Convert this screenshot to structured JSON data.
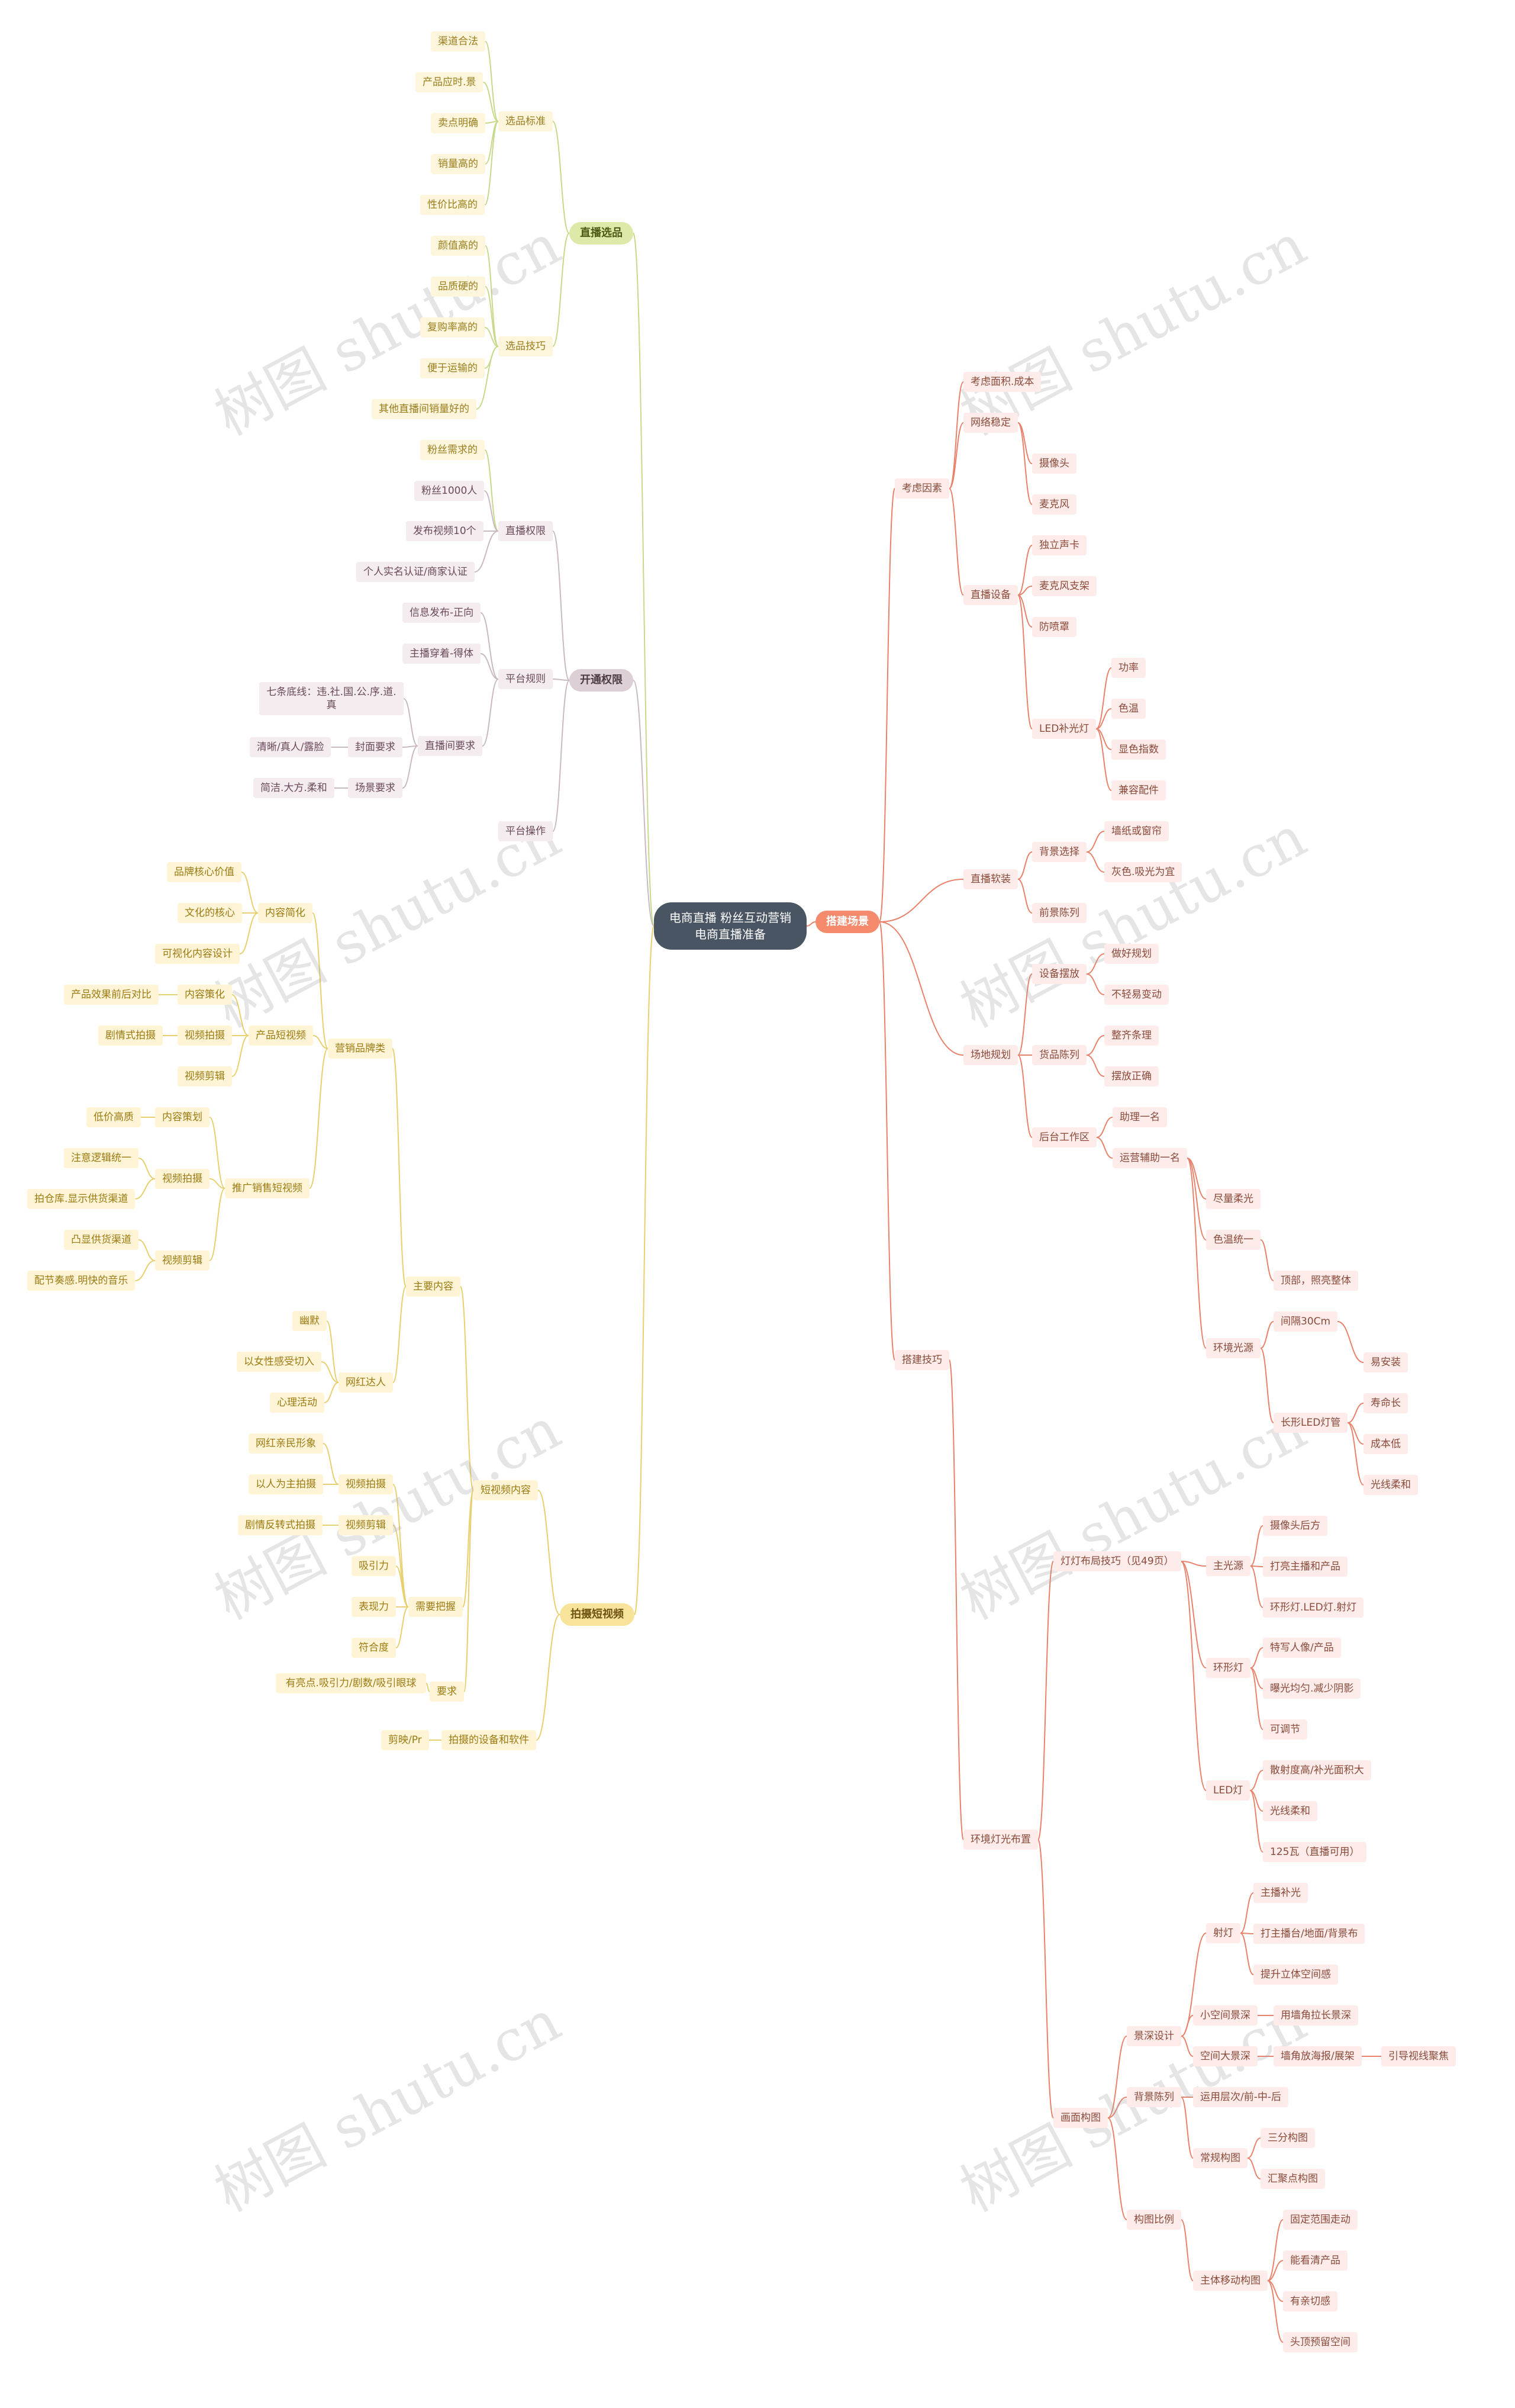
{
  "root": "电商直播 粉丝互动营销 电商直播准备",
  "watermark": "树图 shutu.cn",
  "colors": {
    "green": "#c7d98a",
    "grey": "#c9b9c0",
    "yellow": "#e8cf6f",
    "salmon": "#e8826b"
  },
  "branches": {
    "zhibo_xuanpin": "直播选品",
    "xuanpin_biaozhun": "选品标准",
    "xb_items": [
      "渠道合法",
      "产品应时.景",
      "卖点明确",
      "销量高的",
      "性价比高的"
    ],
    "xuanpin_jiqiao": "选品技巧",
    "xj_items": [
      "颜值高的",
      "品质硬的",
      "复购率高的",
      "便于运输的",
      "其他直播间销量好的",
      "粉丝需求的"
    ],
    "kaitong_quanxian": "开通权限",
    "zhibo_quanxian": "直播权限",
    "zq_items": [
      "粉丝1000人",
      "发布视频10个",
      "个人实名认证/商家认证"
    ],
    "pingtai_guize": "平台规则",
    "pg_items": [
      "信息发布-正向",
      "主播穿着-得体"
    ],
    "zhibojian_yaoqiu": "直播间要求",
    "qitiao": "七条底线：违.社.国.公.序.道.真",
    "fengmian_yaoqiu": "封面要求",
    "fengmian_val": "清晰/真人/露脸",
    "changjing_yaoqiu": "场景要求",
    "changjing_val": "简洁.大方.柔和",
    "pingtai_caozuo": "平台操作",
    "paishe": "拍摄短视频",
    "yingxiao": "营销品牌类",
    "pinpai_hexin": "品牌核心价值",
    "wenhua_hexin": "文化的核心",
    "neirong_jiangyan": "内容简化",
    "kejian_hua": "可视化内容设计",
    "chanpin_xiaoguo": "产品效果前后对比",
    "neirong_cehua": "内容策化",
    "juqing_paishe": "剧情式拍摄",
    "shipin_paishe": "视频拍摄",
    "chanpin_duanshipin": "产品短视频",
    "shipin_jianji": "视频剪辑",
    "dijia_gaozhi": "低价高质",
    "neirong_cehua2": "内容策划",
    "zhuyi_luoji": "注意逻辑统一",
    "shipin_paishe2": "视频拍摄",
    "cangku": "拍仓库.显示供货渠道",
    "tuiguang": "推广销售短视频",
    "tuxian": "凸显供货渠道",
    "shipin_jianji2": "视频剪辑",
    "peijie": "配节奏感.明快的音乐",
    "zhuyao_neirong": "主要内容",
    "youmo": "幽默",
    "nvxing": "以女性感受切入",
    "xinli": "心理活动",
    "wanghong_daren": "网红达人",
    "wanghong_qinmin": "网红亲民形象",
    "yiren": "以人为主拍摄",
    "shipin_paishe3": "视频拍摄",
    "juqing_dibai": "剧情反转式拍摄",
    "shipin_jianji3": "视频剪辑",
    "duanshipin_neirong": "短视频内容",
    "xiyinli": "吸引力",
    "biaoxianli": "表现力",
    "xuyao_bawo": "需要把握",
    "qihedu": "符合度",
    "you_liangdian": "有亮点.吸引力/剧数/吸引眼球",
    "yaoqiu": "要求",
    "jianying": "剪映/Pr",
    "paishe_shebei": "拍摄的设备和软件",
    "dajian": "搭建场景",
    "kaolv": "考虑因素",
    "mianji": "考虑面积.成本",
    "wangluo": "网络稳定",
    "shexiangtou": "摄像头",
    "maikefeng": "麦克风",
    "shengka": "独立声卡",
    "zhijia": "麦克风支架",
    "fangpenzhao": "防喷罩",
    "zhibo_shebei": "直播设备",
    "gonglv": "功率",
    "sewen": "色温",
    "xianse": "显色指数",
    "jianrong": "兼容配件",
    "led_buguang": "LED补光灯",
    "beijing_xuanze": "背景选择",
    "qiangzhi": "墙纸或窗帘",
    "huise": "灰色.吸光为宜",
    "zhibo_ruanzhuang": "直播软装",
    "qianjing": "前景陈列",
    "zuohao_guihua": "做好规划",
    "bujiyi": "不轻易变动",
    "shebei_baifang": "设备摆放",
    "changdi_guihua": "场地规划",
    "zhengqi": "整齐条理",
    "baifang": "摆放正确",
    "huopin_chenlie": "货品陈列",
    "zhuli": "助理一名",
    "yunying": "运营辅助一名",
    "houtai": "后台工作区",
    "dajian_jiqiao": "搭建技巧",
    "jinliang_rouguang": "尽量柔光",
    "sewen_tongyi": "色温统一",
    "dingbu": "顶部，照亮整体",
    "jiange": "间隔30Cm",
    "huanjing_guangyuan": "环境光源",
    "yianzhuang": "易安装",
    "shouming": "寿命长",
    "chengben": "成本低",
    "guangxian_rouhe": "光线柔和",
    "changxing_led": "长形LED灯管",
    "dengguang": "灯灯布局技巧（见49页）",
    "shexiangtou_houfang": "摄像头后方",
    "daliang": "打亮主播和产品",
    "zhuguangyuan": "主光源",
    "huanxingdeng": "环形灯.LED灯.射灯",
    "texie": "特写人像/产品",
    "baoguang": "曝光均匀.减少阴影",
    "huanxing": "环形灯",
    "ketiaojie": "可调节",
    "sanshedu": "散射度高/补光面积大",
    "guangxian_rouhe2": "光线柔和",
    "w125": "125瓦（直播可用）",
    "led_deng": "LED灯",
    "zhuobu_buguang": "主播补光",
    "dazhu": "打主播台/地面/背景布",
    "shedeng": "射灯",
    "tisheng": "提升立体空间感",
    "huanjing_dengguang": "环境灯光布置",
    "xiaokongjian": "小空间景深",
    "guangjiao": "用墙角拉长景深",
    "jingshen_sheji": "景深设计",
    "dakongjian": "空间大景深",
    "qiangjiao": "墙角放海报/展架",
    "yindao": "引导视线聚焦",
    "beijing_chenlie": "背景陈列",
    "yunyong": "运用层次/前-中-后",
    "huamian_goutu": "画面构图",
    "sanfen": "三分构图",
    "huiju": "汇聚点构图",
    "changgui": "常规构图",
    "goutu_bili": "构图比例",
    "guding": "固定范围走动",
    "nengkan": "能看清产品",
    "youqie": "有亲切感",
    "toudian": "头顶预留空间",
    "zhuti_yidong": "主体移动构图"
  }
}
